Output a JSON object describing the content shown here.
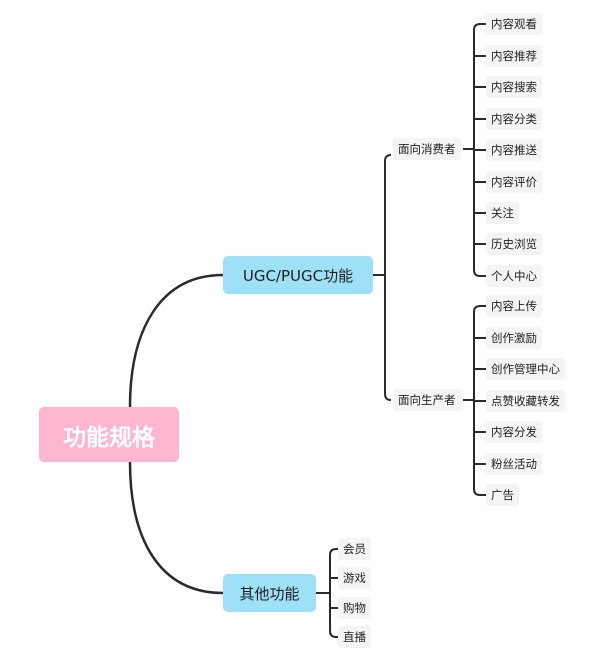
{
  "root": {
    "label": "功能规格"
  },
  "branches": [
    {
      "label": "UGC/PUGC功能",
      "groups": [
        {
          "label": "面向消费者",
          "items": [
            "内容观看",
            "内容推荐",
            "内容搜索",
            "内容分类",
            "内容推送",
            "内容评价",
            "关注",
            "历史浏览",
            "个人中心"
          ]
        },
        {
          "label": "面向生产者",
          "items": [
            "内容上传",
            "创作激励",
            "创作管理中心",
            "点赞收藏转发",
            "内容分发",
            "粉丝活动",
            "广告"
          ]
        }
      ]
    },
    {
      "label": "其他功能",
      "items": [
        "会员",
        "游戏",
        "购物",
        "直播"
      ]
    }
  ],
  "colors": {
    "root_fill": "#fcb6d0",
    "branch_fill": "#9ee0f6",
    "line": "#2b2b2b",
    "leaf_fill": "#f4f4f4"
  }
}
